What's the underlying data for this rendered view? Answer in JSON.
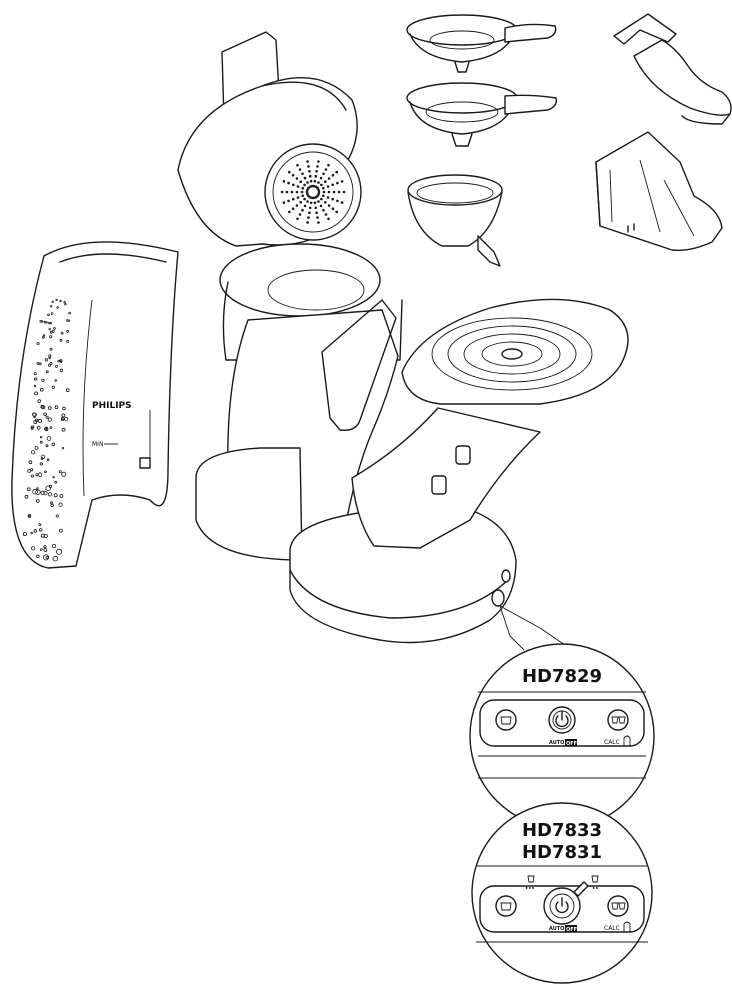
{
  "brand_label": "PHILIPS",
  "tank_min_label": "MIN",
  "panels": [
    {
      "models": [
        "HD7829"
      ],
      "auto_label": "AUTO",
      "off_label": "OFF",
      "calc_label": "CALC"
    },
    {
      "models": [
        "HD7833",
        "HD7831"
      ],
      "auto_label": "AUTO",
      "off_label": "OFF",
      "calc_label": "CALC"
    }
  ]
}
